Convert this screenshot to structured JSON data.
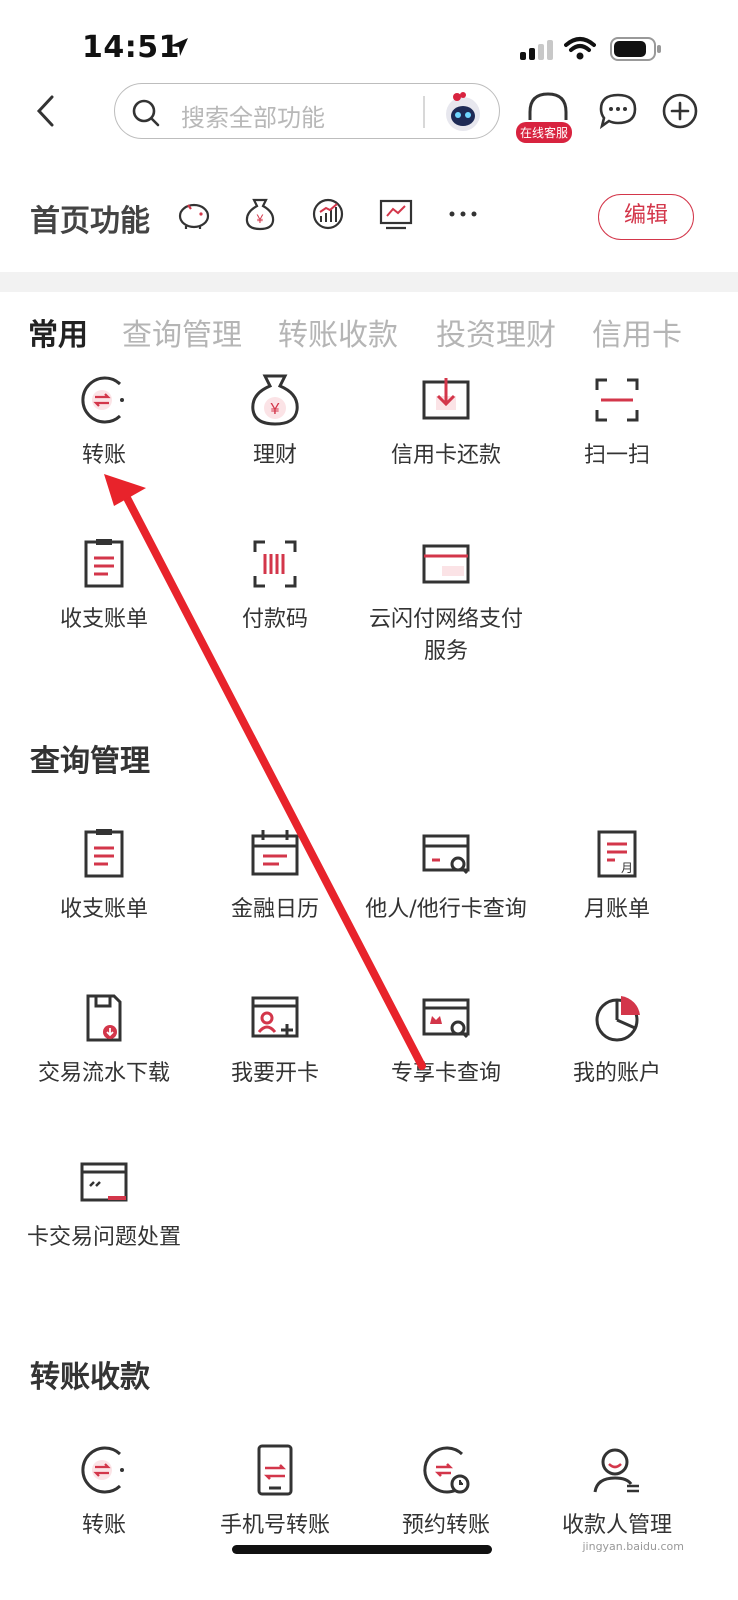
{
  "status": {
    "time": "14:51"
  },
  "nav": {
    "search_placeholder": "搜索全部功能",
    "service_badge": "在线客服"
  },
  "home_functions": {
    "title": "首页功能",
    "edit_label": "编辑"
  },
  "tabs": [
    {
      "label": "常用",
      "active": true
    },
    {
      "label": "查询管理",
      "active": false
    },
    {
      "label": "转账收款",
      "active": false
    },
    {
      "label": "投资理财",
      "active": false
    },
    {
      "label": "信用卡",
      "active": false
    }
  ],
  "common": {
    "items": [
      {
        "label": "转账",
        "icon": "transfer-icon"
      },
      {
        "label": "理财",
        "icon": "money-bag-icon"
      },
      {
        "label": "信用卡还款",
        "icon": "card-repay-icon"
      },
      {
        "label": "扫一扫",
        "icon": "scan-icon"
      },
      {
        "label": "收支账单",
        "icon": "bill-icon"
      },
      {
        "label": "付款码",
        "icon": "pay-code-icon"
      },
      {
        "label": "云闪付网络支付服务",
        "icon": "unionpay-card-icon"
      }
    ]
  },
  "query": {
    "title": "查询管理",
    "items": [
      {
        "label": "收支账单",
        "icon": "bill-icon"
      },
      {
        "label": "金融日历",
        "icon": "calendar-icon"
      },
      {
        "label": "他人/他行卡查询",
        "icon": "card-search-icon"
      },
      {
        "label": "月账单",
        "icon": "monthly-bill-icon"
      },
      {
        "label": "交易流水下载",
        "icon": "download-record-icon"
      },
      {
        "label": "我要开卡",
        "icon": "open-card-icon"
      },
      {
        "label": "专享卡查询",
        "icon": "exclusive-card-search-icon"
      },
      {
        "label": "我的账户",
        "icon": "pie-account-icon"
      },
      {
        "label": "卡交易问题处置",
        "icon": "card-issue-icon"
      }
    ]
  },
  "transfer": {
    "title": "转账收款",
    "items": [
      {
        "label": "转账",
        "icon": "transfer-icon"
      },
      {
        "label": "手机号转账",
        "icon": "phone-transfer-icon"
      },
      {
        "label": "预约转账",
        "icon": "scheduled-transfer-icon"
      },
      {
        "label": "收款人管理",
        "icon": "payee-manage-icon"
      }
    ]
  },
  "watermark": "jingyan.baidu.com",
  "colors": {
    "accent": "#d3364a",
    "icon_dark": "#333333",
    "arrow": "#e8232b"
  }
}
